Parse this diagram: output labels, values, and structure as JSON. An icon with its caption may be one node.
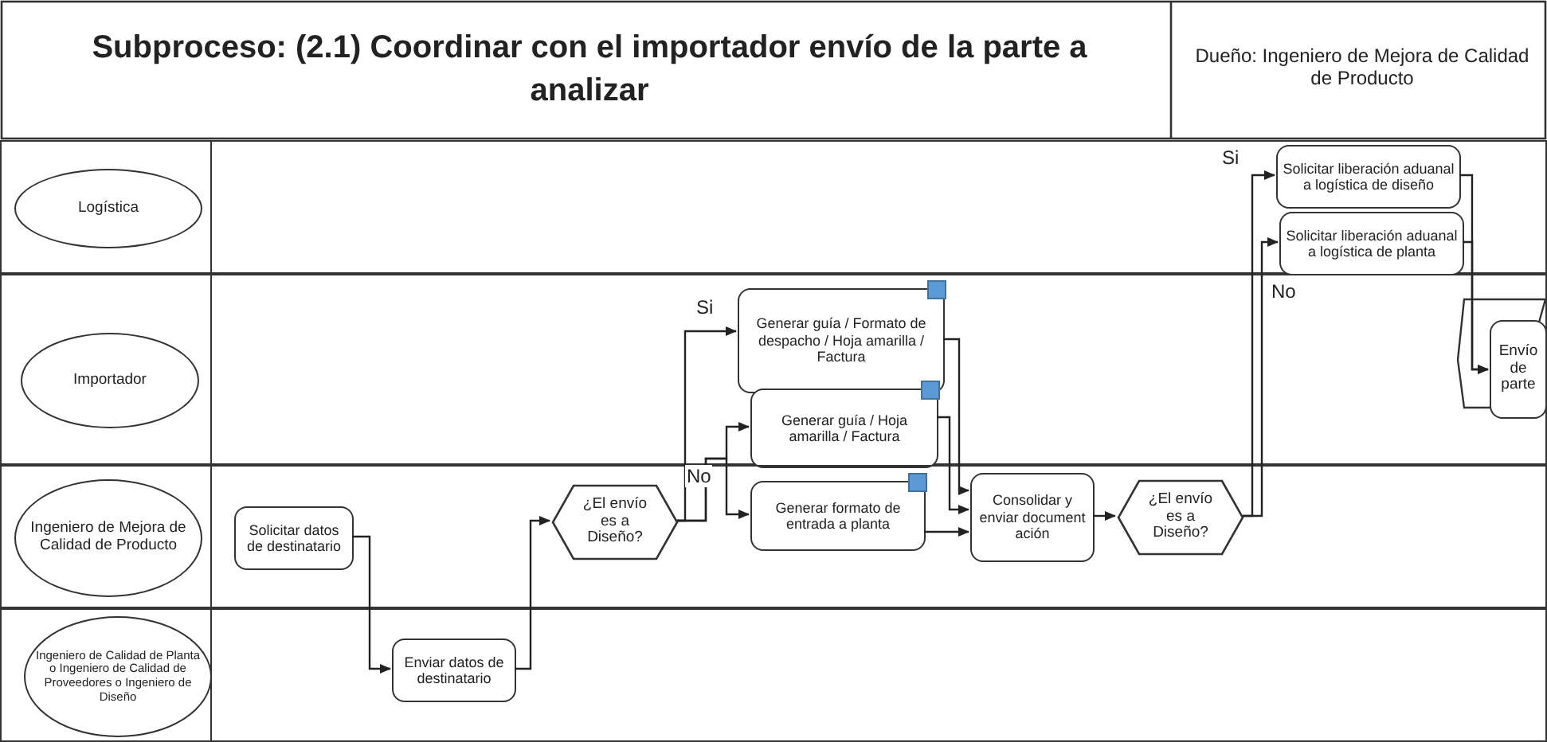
{
  "diagram": {
    "title": "Subproceso: (2.1) Coordinar con el importador envío de la parte a analizar",
    "nodes": [
      {
        "text": [],
        "shape": "band"
      },
      {
        "text": [
          "Logística"
        ],
        "in": 0
      },
      {
        "text": [
          "Solicitar liberación aduanal a logística de diseño"
        ],
        "in": 0
      },
      {
        "text": [
          "Solicitar liberación aduanal a logística de planta"
        ],
        "in": 0
      },
      {
        "text": [],
        "shape": "band"
      },
      {
        "text": [
          "Importador"
        ],
        "in": 4
      },
      {
        "text": [
          "Generar guía / Formato de despacho / Hoja amarilla / Factura"
        ],
        "in": 4
      },
      {
        "text": [
          "Generar guía / Hoja amarilla / Factura"
        ],
        "in": 4
      },
      {
        "text": [
          "Envío de parte"
        ],
        "in": 4
      },
      {
        "text": [],
        "shape": "band"
      },
      {
        "text": [
          "Ingeniero de Mejora de Calidad de Producto"
        ],
        "in": 9
      },
      {
        "text": [
          "Solicitar datos de destinatario"
        ],
        "in": 9
      },
      {
        "text": [
          "¿El envío es a Diseño?"
        ],
        "in": 9
      },
      {
        "text": [
          "Generar formato de entrada a planta"
        ],
        "in": 9
      },
      {
        "text": [
          "Consolidar y enviar document ación"
        ],
        "in": 9
      },
      {
        "text": [
          "¿El envío es a Diseño?"
        ],
        "in": 9
      },
      {
        "text": [],
        "shape": "band"
      },
      {
        "text": [
          "Ingeniero de Calidad de Planta o Ingeniero de Calidad de Proveedores o Ingeniero de Diseño"
        ],
        "in": 16
      },
      {
        "text": [
          "Enviar datos de destinatario"
        ],
        "in": 16
      }
    ],
    "edges": [
      {
        "from": 11,
        "to": 18,
        "arrow": "to"
      },
      {
        "from": 18,
        "to": 12,
        "arrow": "to"
      },
      {
        "from": 12,
        "to": 6,
        "arrow": "to",
        "label": "Si"
      },
      {
        "from": 12,
        "to": 7,
        "arrow": "to",
        "label": "No"
      },
      {
        "from": 12,
        "to": 13,
        "arrow": "to"
      },
      {
        "from": 6,
        "to": 14,
        "arrow": "to"
      },
      {
        "from": 7,
        "to": 14,
        "arrow": "to"
      },
      {
        "from": 13,
        "to": 14,
        "arrow": "to"
      },
      {
        "from": 14,
        "to": 15,
        "arrow": "to"
      },
      {
        "from": 15,
        "to": 2,
        "arrow": "to",
        "label": "Si"
      },
      {
        "from": 15,
        "to": 3,
        "arrow": "to",
        "label": "No"
      },
      {
        "from": 2,
        "to": 8,
        "arrow": "to"
      },
      {
        "from": 3,
        "to": 8,
        "arrow": "to"
      }
    ],
    "labels": [
      "Dueño: Ingeniero de Mejora de Calidad de Producto"
    ]
  }
}
